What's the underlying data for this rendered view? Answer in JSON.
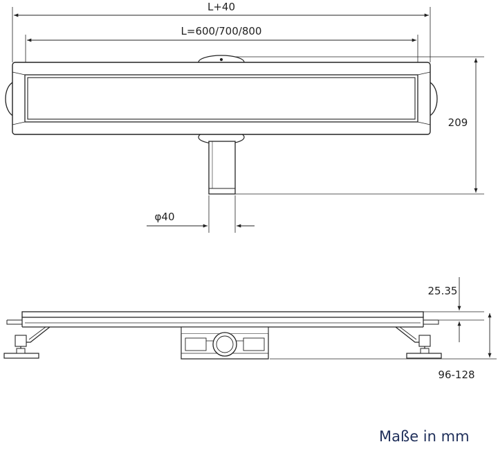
{
  "top_view": {
    "overall_width_label": "L+40",
    "channel_length_label": "L=600/700/800",
    "height_label": "209",
    "outlet_diameter_label": "φ40"
  },
  "side_view": {
    "grate_height_label": "25.35",
    "install_height_label": "96-128"
  },
  "caption": "Maße in mm"
}
